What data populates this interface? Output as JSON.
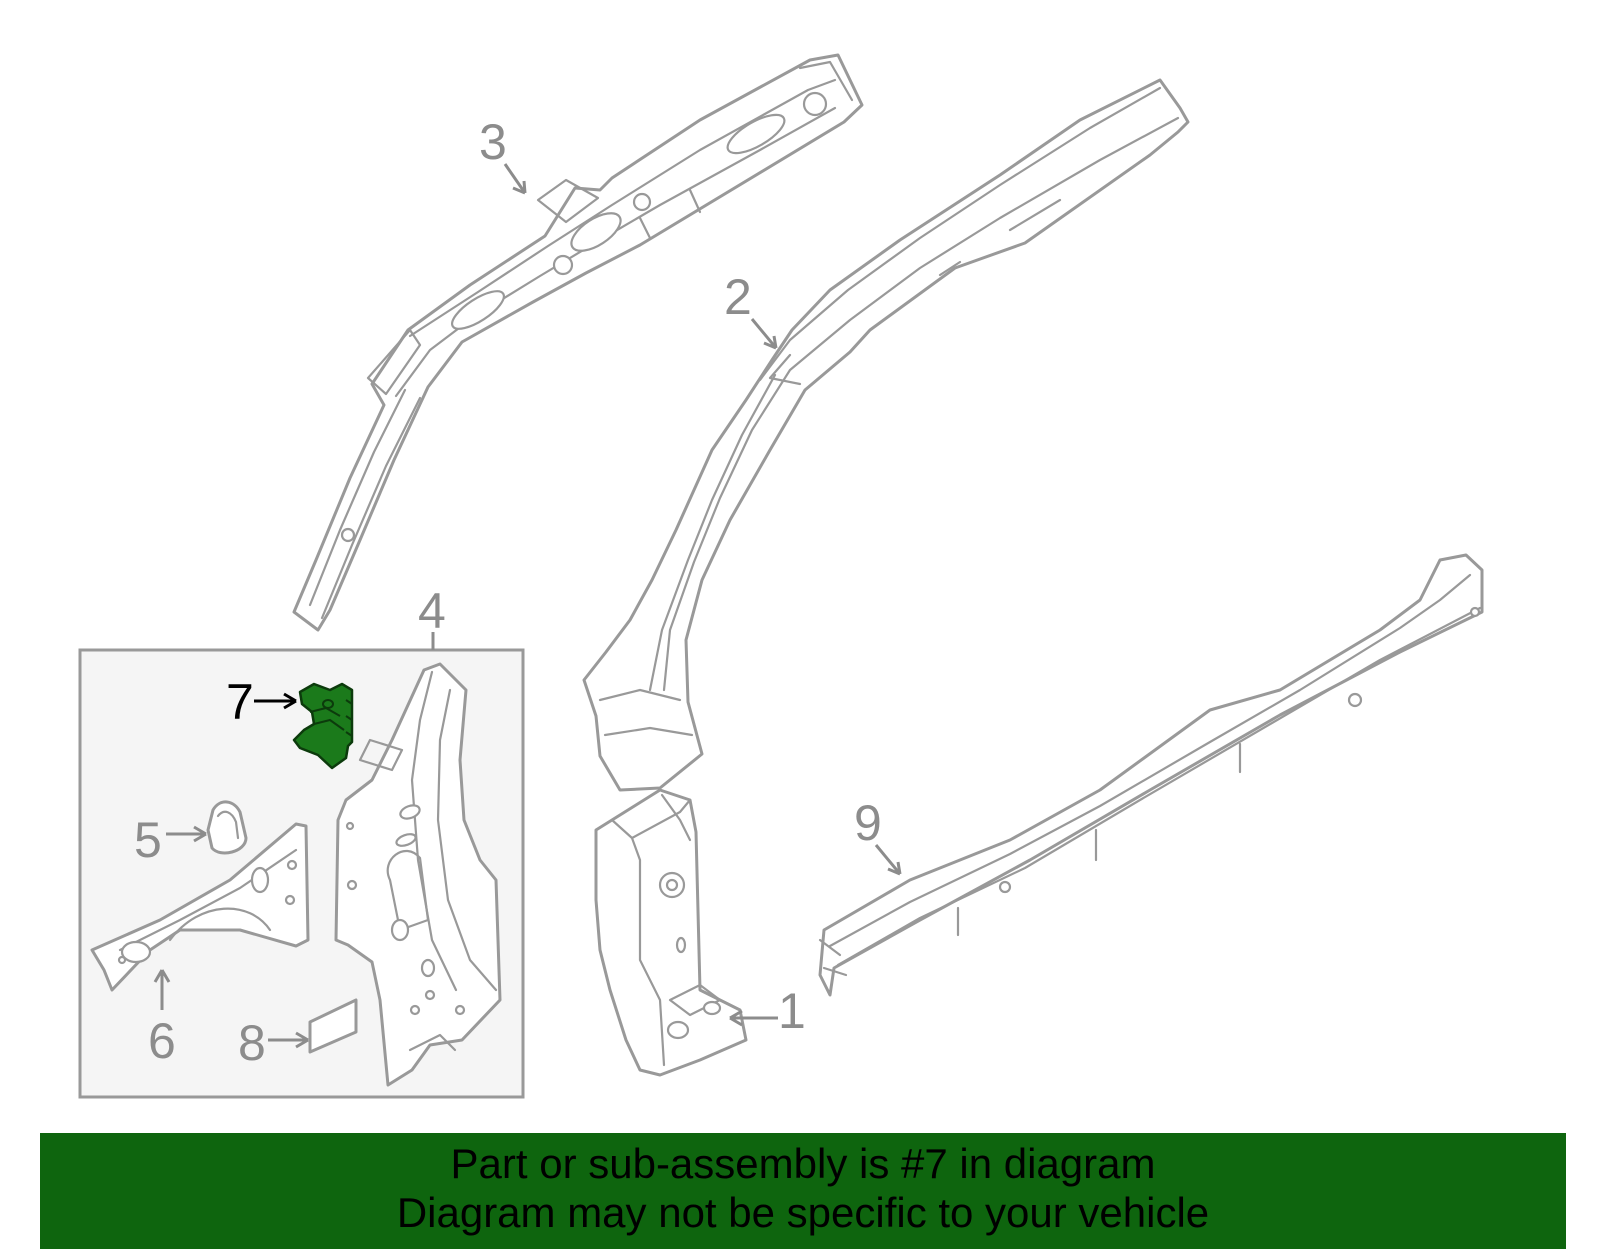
{
  "diagram": {
    "callouts": [
      {
        "label": "1"
      },
      {
        "label": "2"
      },
      {
        "label": "3"
      },
      {
        "label": "4"
      },
      {
        "label": "5"
      },
      {
        "label": "6"
      },
      {
        "label": "7"
      },
      {
        "label": "8"
      },
      {
        "label": "9"
      }
    ],
    "highlighted_callout": "7",
    "colors": {
      "part_outline": "#999999",
      "highlight_fill": "#1b7a1b",
      "banner_background": "#0e650e",
      "inset_background": "#f5f5f5"
    }
  },
  "banner": {
    "line1": "Part or sub-assembly is #7 in diagram",
    "line2": "Diagram may not be specific to your vehicle"
  }
}
